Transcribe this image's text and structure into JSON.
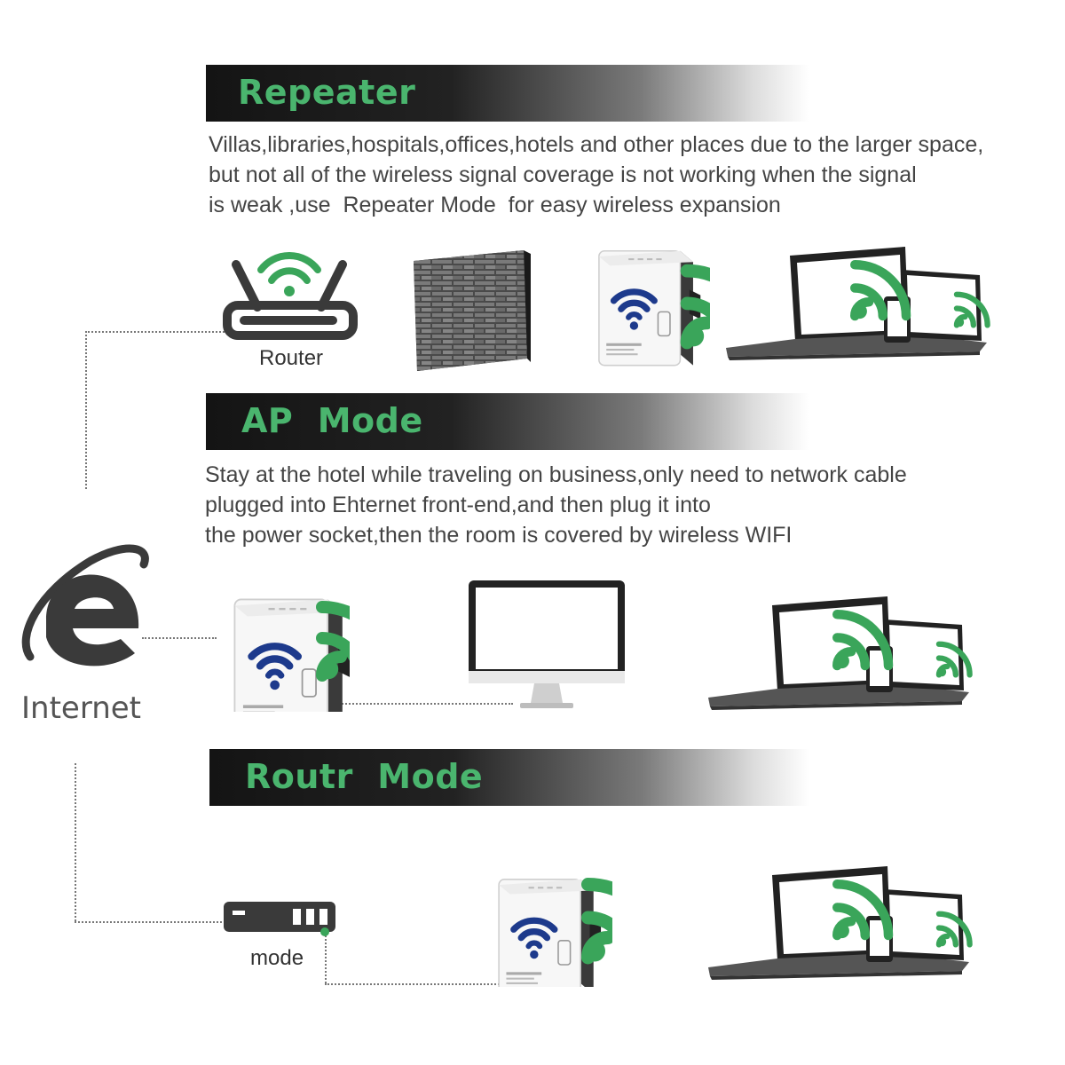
{
  "colors": {
    "accent_green": "#3aa55a",
    "title_green": "#4ab56e",
    "wifi_blue": "#1d3a8c",
    "dark": "#333333"
  },
  "sections": [
    {
      "title": "Repeater",
      "lines": [
        "Villas,libraries,hospitals,offices,hotels and other places due to the larger space,",
        "but not all of the wireless signal coverage is not working when the signal",
        "is weak ,use  Repeater Mode  for easy wireless expansion"
      ]
    },
    {
      "title": "AP  Mode",
      "lines": [
        "Stay at the hotel while traveling on business,only need to network cable",
        "plugged into Ehternet front-end,and then plug it into",
        "the power socket,then the room is covered by wireless WIFI"
      ]
    },
    {
      "title": "Routr  Mode",
      "lines": []
    }
  ],
  "labels": {
    "router": "Router",
    "internet": "Internet",
    "modem": "mode"
  },
  "icons": {
    "internet": "internet-explorer-icon",
    "router": "router-icon",
    "wall": "brick-wall-icon",
    "repeater": "wifi-repeater-icon",
    "laptop": "laptop-icon",
    "tablet": "tablet-icon",
    "phone": "phone-icon",
    "monitor": "monitor-icon",
    "modem": "modem-icon",
    "signal": "wifi-signal-icon"
  }
}
